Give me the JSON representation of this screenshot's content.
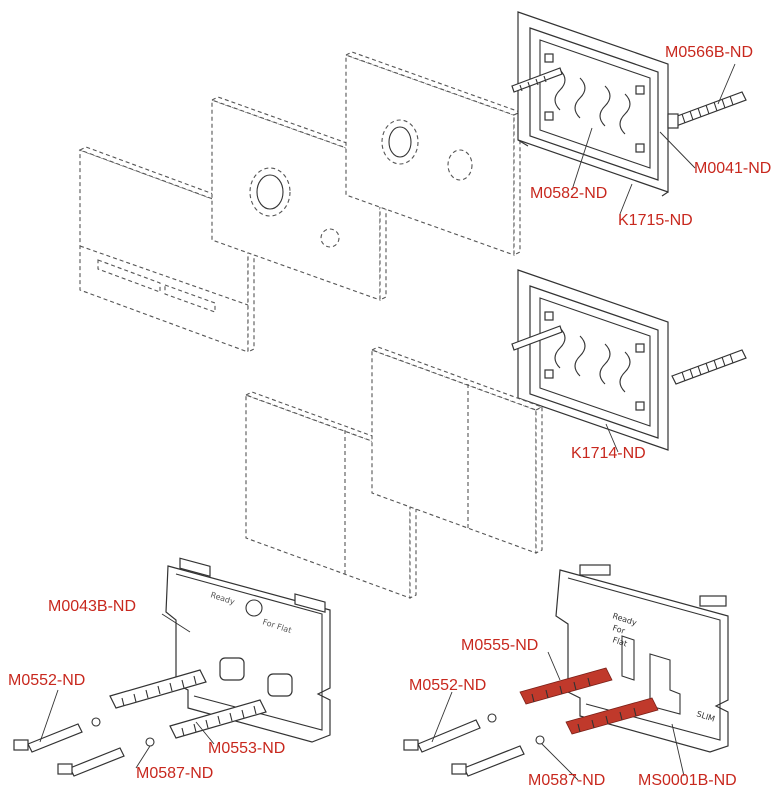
{
  "colors": {
    "label": "#c8281e",
    "line": "#3a3a3a",
    "dash": "#555555",
    "accent_part": "#c0392b"
  },
  "labels": {
    "m0566b": "M0566B-ND",
    "m0041": "M0041-ND",
    "m0582": "M0582-ND",
    "k1715": "K1715-ND",
    "k1714": "K1714-ND",
    "m0043b": "M0043B-ND",
    "m0552_left": "M0552-ND",
    "m0553": "M0553-ND",
    "m0587_left": "M0587-ND",
    "m0555": "M0555-ND",
    "m0552_right": "M0552-ND",
    "m0587_right": "M0587-ND",
    "ms0001b": "MS0001B-ND"
  },
  "frame_text": {
    "ready": "Ready",
    "for": "For",
    "flat": "Flat",
    "slim": "SLIM"
  }
}
